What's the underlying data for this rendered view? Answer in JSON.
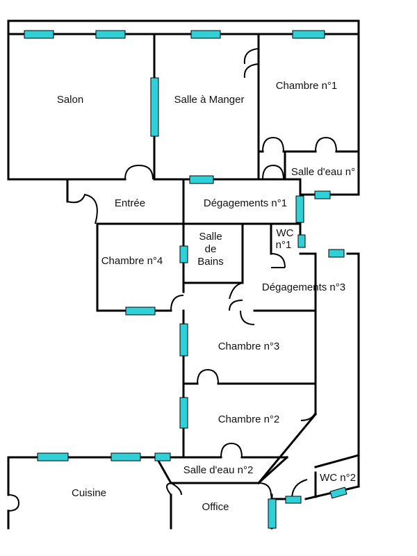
{
  "colors": {
    "wall": "#000000",
    "window": "#2fd0d8",
    "background": "#ffffff"
  },
  "rooms": {
    "salon": "Salon",
    "salle_a_manger": "Salle à Manger",
    "chambre_1": "Chambre n°1",
    "salle_deau_1": "Salle d'eau n°",
    "entree": "Entrée",
    "degagements_1": "Dégagements n°1",
    "wc_1_line1": "WC",
    "wc_1_line2": "n°1",
    "salle_de_bains_line1": "Salle",
    "salle_de_bains_line2": "de",
    "salle_de_bains_line3": "Bains",
    "chambre_4": "Chambre n°4",
    "degagements_3": "Dégagements n°3",
    "chambre_3": "Chambre n°3",
    "chambre_2": "Chambre n°2",
    "salle_deau_2": "Salle d'eau n°2",
    "cuisine": "Cuisine",
    "office": "Office",
    "wc_2": "WC n°2"
  }
}
